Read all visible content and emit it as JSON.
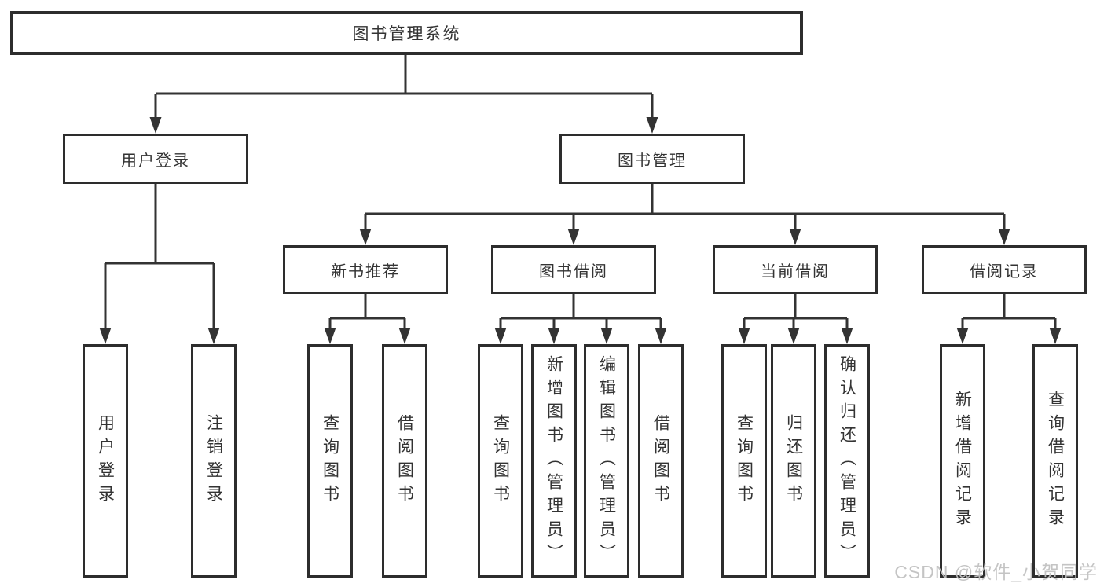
{
  "diagram": {
    "root": {
      "label": "图书管理系统"
    },
    "branches": [
      {
        "label": "用户登录",
        "children": [
          {
            "label": "用户登录"
          },
          {
            "label": "注销登录"
          }
        ]
      },
      {
        "label": "图书管理",
        "children": [
          {
            "label": "新书推荐",
            "children": [
              {
                "label": "查询图书"
              },
              {
                "label": "借阅图书"
              }
            ]
          },
          {
            "label": "图书借阅",
            "children": [
              {
                "label": "查询图书"
              },
              {
                "label": "新增图书（管理员）"
              },
              {
                "label": "编辑图书（管理员）"
              },
              {
                "label": "借阅图书"
              }
            ]
          },
          {
            "label": "当前借阅",
            "children": [
              {
                "label": "查询图书"
              },
              {
                "label": "归还图书"
              },
              {
                "label": "确认归还（管理员）"
              }
            ]
          },
          {
            "label": "借阅记录",
            "children": [
              {
                "label": "新增借阅记录"
              },
              {
                "label": "查询借阅记录"
              }
            ]
          }
        ]
      }
    ]
  },
  "watermark": {
    "text": "CSDN @软件_小贺同学"
  },
  "colors": {
    "line": "#333333",
    "box_border": "#2d2d2d",
    "text": "#333333",
    "watermark": "#c1c1c1",
    "background": "#ffffff"
  }
}
